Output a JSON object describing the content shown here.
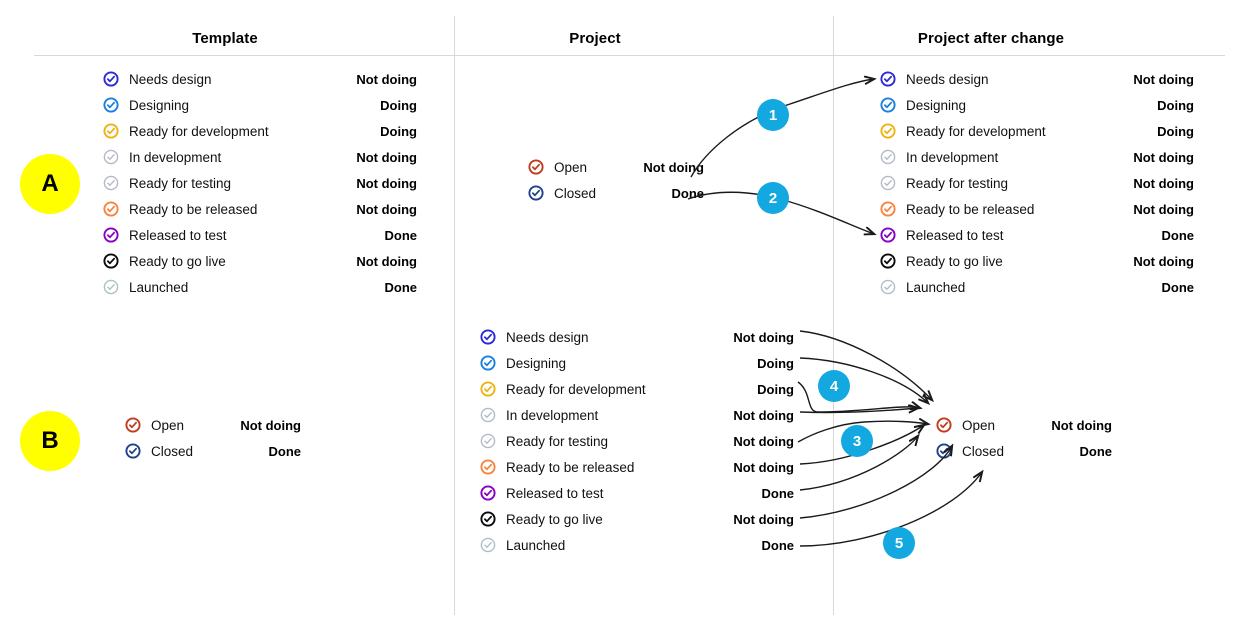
{
  "colors": {
    "section_badge_bg": "#ffff00",
    "step_badge_bg": "#14a8e0",
    "arrow": "#1a1a1a",
    "rule": "#d8d8d8",
    "needs_design": "#2b2bd4",
    "designing": "#1a80e0",
    "ready_for_development": "#eeb211",
    "in_development": "#b3bac5",
    "ready_for_testing": "#b3bac5",
    "ready_to_be_released": "#f58540",
    "released_to_test": "#8a00c2",
    "ready_to_go_live": "#0b0b0b",
    "launched": "#aebfc4",
    "open": "#c03c20",
    "closed": "#20418c"
  },
  "headers": {
    "template": "Template",
    "project": "Project",
    "after_change": "Project after change"
  },
  "sections": [
    {
      "badge": "A"
    },
    {
      "badge": "B"
    }
  ],
  "workflow_statuses": [
    {
      "label": "Needs design",
      "value": "Not doing",
      "icon": "check-circle-icon",
      "color": "#2b2bd4"
    },
    {
      "label": "Designing",
      "value": "Doing",
      "icon": "check-circle-icon",
      "color": "#1a80e0"
    },
    {
      "label": "Ready for development",
      "value": "Doing",
      "icon": "check-circle-icon",
      "color": "#eeb211"
    },
    {
      "label": "In development",
      "value": "Not doing",
      "icon": "check-circle-icon",
      "color": "#b3bac5"
    },
    {
      "label": "Ready for testing",
      "value": "Not doing",
      "icon": "check-circle-icon",
      "color": "#b3bac5"
    },
    {
      "label": "Ready to be released",
      "value": "Not doing",
      "icon": "check-circle-icon",
      "color": "#f58540"
    },
    {
      "label": "Released to test",
      "value": "Done",
      "icon": "check-circle-icon",
      "color": "#8a00c2"
    },
    {
      "label": "Ready to go live",
      "value": "Not doing",
      "icon": "check-circle-icon",
      "color": "#0b0b0b"
    },
    {
      "label": "Launched",
      "value": "Done",
      "icon": "check-circle-icon",
      "color": "#aebfc4"
    }
  ],
  "simple_statuses": [
    {
      "label": "Open",
      "value": "Not doing",
      "icon": "check-circle-icon",
      "color": "#c03c20"
    },
    {
      "label": "Closed",
      "value": "Done",
      "icon": "check-circle-icon",
      "color": "#20418c"
    }
  ],
  "section_a": {
    "badge": "A",
    "template": [
      {
        "label": "Needs design",
        "value": "Not doing",
        "color": "#2b2bd4"
      },
      {
        "label": "Designing",
        "value": "Doing",
        "color": "#1a80e0"
      },
      {
        "label": "Ready for development",
        "value": "Doing",
        "color": "#eeb211"
      },
      {
        "label": "In development",
        "value": "Not doing",
        "color": "#b3bac5"
      },
      {
        "label": "Ready for testing",
        "value": "Not doing",
        "color": "#b3bac5"
      },
      {
        "label": "Ready to be released",
        "value": "Not doing",
        "color": "#f58540"
      },
      {
        "label": "Released to test",
        "value": "Done",
        "color": "#8a00c2"
      },
      {
        "label": "Ready to go live",
        "value": "Not doing",
        "color": "#0b0b0b"
      },
      {
        "label": "Launched",
        "value": "Done",
        "color": "#aebfc4"
      }
    ],
    "project": [
      {
        "label": "Open",
        "value": "Not doing",
        "color": "#c03c20"
      },
      {
        "label": "Closed",
        "value": "Done",
        "color": "#20418c"
      }
    ],
    "after_change": [
      {
        "label": "Needs design",
        "value": "Not doing",
        "color": "#2b2bd4"
      },
      {
        "label": "Designing",
        "value": "Doing",
        "color": "#1a80e0"
      },
      {
        "label": "Ready for development",
        "value": "Doing",
        "color": "#eeb211"
      },
      {
        "label": "In development",
        "value": "Not doing",
        "color": "#b3bac5"
      },
      {
        "label": "Ready for testing",
        "value": "Not doing",
        "color": "#b3bac5"
      },
      {
        "label": "Ready to be released",
        "value": "Not doing",
        "color": "#f58540"
      },
      {
        "label": "Released to test",
        "value": "Done",
        "color": "#8a00c2"
      },
      {
        "label": "Ready to go live",
        "value": "Not doing",
        "color": "#0b0b0b"
      },
      {
        "label": "Launched",
        "value": "Done",
        "color": "#aebfc4"
      }
    ]
  },
  "section_b": {
    "badge": "B",
    "template": [
      {
        "label": "Open",
        "value": "Not doing",
        "color": "#c03c20"
      },
      {
        "label": "Closed",
        "value": "Done",
        "color": "#20418c"
      }
    ],
    "project": [
      {
        "label": "Needs design",
        "value": "Not doing",
        "color": "#2b2bd4"
      },
      {
        "label": "Designing",
        "value": "Doing",
        "color": "#1a80e0"
      },
      {
        "label": "Ready for development",
        "value": "Doing",
        "color": "#eeb211"
      },
      {
        "label": "In development",
        "value": "Not doing",
        "color": "#b3bac5"
      },
      {
        "label": "Ready for testing",
        "value": "Not doing",
        "color": "#b3bac5"
      },
      {
        "label": "Ready to be released",
        "value": "Not doing",
        "color": "#f58540"
      },
      {
        "label": "Released to test",
        "value": "Done",
        "color": "#8a00c2"
      },
      {
        "label": "Ready to go live",
        "value": "Not doing",
        "color": "#0b0b0b"
      },
      {
        "label": "Launched",
        "value": "Done",
        "color": "#aebfc4"
      }
    ],
    "after_change": [
      {
        "label": "Open",
        "value": "Not doing",
        "color": "#c03c20"
      },
      {
        "label": "Closed",
        "value": "Done",
        "color": "#20418c"
      }
    ]
  },
  "step_badges": [
    {
      "id": "1",
      "label": "1"
    },
    {
      "id": "2",
      "label": "2"
    },
    {
      "id": "3",
      "label": "3"
    },
    {
      "id": "4",
      "label": "4"
    },
    {
      "id": "5",
      "label": "5"
    }
  ]
}
